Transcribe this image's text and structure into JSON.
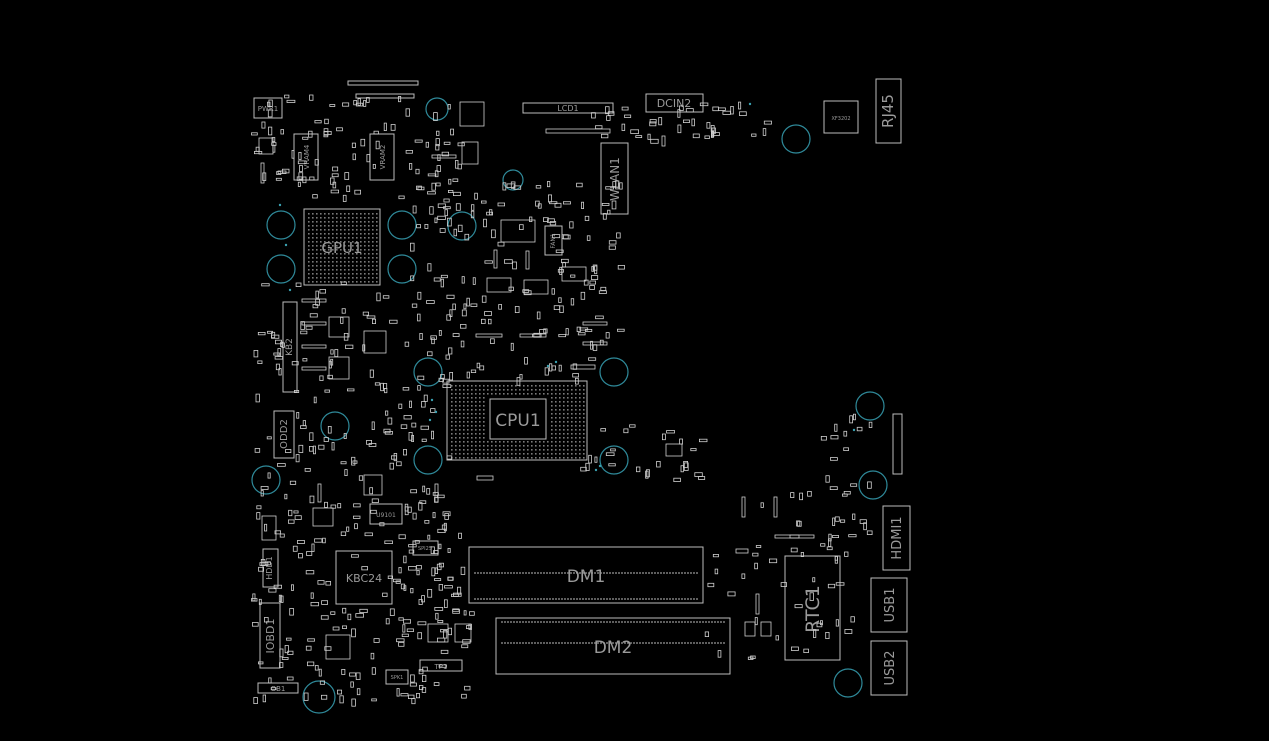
{
  "labels": {
    "pwr1": "PWR1",
    "vram4": "VRAM4",
    "vram2": "VRAM2",
    "lcd1": "LCD1",
    "dcin2": "DCIN2",
    "xf3202": "XF3202",
    "rj45": "RJ45",
    "wlan1": "WLAN1",
    "gpu1": "GPU1",
    "fan1": "FAN1",
    "kb2": "KB2",
    "odd2": "ODD2",
    "cpu1": "CPU1",
    "u9101": "U9101",
    "spi25": "SPI25",
    "kbc24": "KBC24",
    "hdd1": "HDD1",
    "iobd1": "IOBD1",
    "ob1": "OB1",
    "tp1": "TP1",
    "spk1": "SPK1",
    "dm1": "DM1",
    "dm2": "DM2",
    "rtc1": "RTC1",
    "hdmi1": "HDMI1",
    "usb1": "USB1",
    "usb2": "USB2"
  },
  "colors": {
    "background": "#000000",
    "outline": "#bdbdbd",
    "label": "#9a9a9a",
    "mounting_hole": "#2f8a9a"
  }
}
